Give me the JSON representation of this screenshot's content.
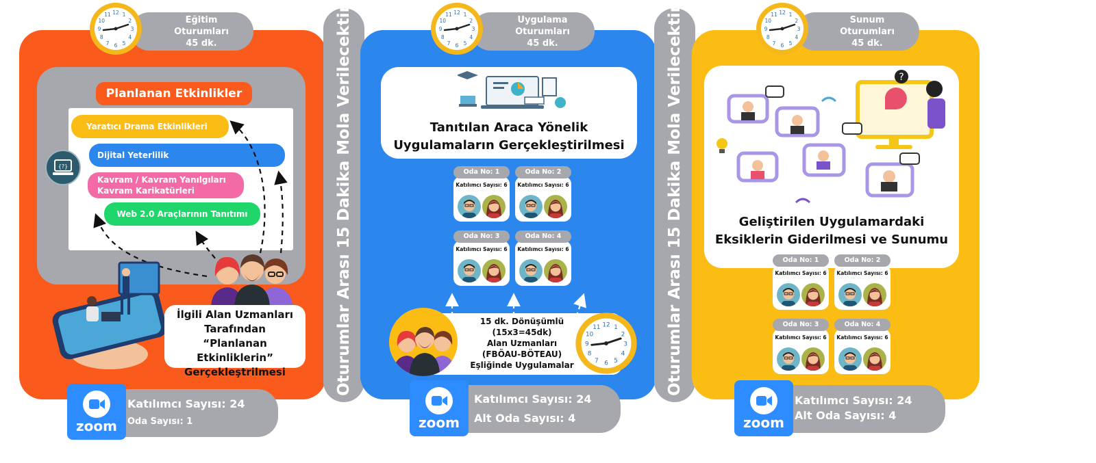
{
  "colors": {
    "orange": "#fa5a1b",
    "blue": "#2b86ee",
    "yellow": "#fbbc14",
    "gray": "#a7a8ad",
    "zoom_blue": "#2d8cff"
  },
  "breaks": {
    "first": "Oturumlar Arası 15 Dakika Mola Verilecektir",
    "second": "Oturumlar Arası 15 Dakika Mola Verilecektir"
  },
  "panel1": {
    "session_title": [
      "Eğitim",
      "Oturumları",
      "45 dk."
    ],
    "planned_header": "Planlanan Etkinlikler",
    "activities": [
      "Yaratıcı Drama Etkinlikleri",
      "Dijital Yeterlilik",
      "Kavram / Kavram Yanılgıları",
      "Kavram Karikatürleri",
      "Web 2.0 Araçlarının Tanıtımı"
    ],
    "caption": [
      "İlgili Alan Uzmanları",
      "Tarafından",
      "“Planlanan Etkinliklerin”",
      "Gerçekleştrilmesi"
    ],
    "zoom": {
      "logo": "zoom",
      "participants": "Katılımcı Sayısı: 24",
      "rooms": "Oda Sayısı: 1"
    }
  },
  "panel2": {
    "session_title": [
      "Uygulama",
      "Oturumları",
      "45 dk."
    ],
    "heading": [
      "Tanıtılan Araca Yönelik",
      "Uygulamaların Gerçekleştirilmesi"
    ],
    "rooms": [
      {
        "label": "Oda No: 1",
        "count": "Katılımcı Sayısı: 6"
      },
      {
        "label": "Oda No: 2",
        "count": "Katılımcı Sayısı: 6"
      },
      {
        "label": "Oda No: 3",
        "count": "Katılımcı Sayısı: 6"
      },
      {
        "label": "Oda No: 4",
        "count": "Katılımcı Sayısı: 6"
      }
    ],
    "rotation": [
      "15 dk.  Dönüşümlü",
      "(15x3=45dk)",
      "Alan Uzmanları",
      "(FBÖAU-BÖTEAU)",
      "Eşliğinde Uygulamalar"
    ],
    "zoom": {
      "logo": "zoom",
      "participants": "Katılımcı Sayısı: 24",
      "rooms": "Alt Oda Sayısı: 4"
    }
  },
  "panel3": {
    "session_title": [
      "Sunum",
      "Oturumları",
      "45 dk."
    ],
    "heading": [
      "Geliştirilen Uygulamardaki",
      "Eksiklerin Giderilmesi ve Sunumu"
    ],
    "rooms": [
      {
        "label": "Oda No: 1",
        "count": "Katılımcı Sayısı: 6"
      },
      {
        "label": "Oda No: 2",
        "count": "Katılımcı Sayısı: 6"
      },
      {
        "label": "Oda No: 3",
        "count": "Katılımcı Sayısı: 6"
      },
      {
        "label": "Oda No: 4",
        "count": "Katılımcı Sayısı: 6"
      }
    ],
    "zoom": {
      "logo": "zoom",
      "participants": "Katılımcı Sayısı: 24",
      "rooms": "Alt Oda Sayısı: 4"
    }
  },
  "clock_numbers": [
    "12",
    "1",
    "2",
    "3",
    "4",
    "5",
    "6",
    "7",
    "8",
    "9",
    "10",
    "11"
  ],
  "icons": {
    "clock": "clock-icon",
    "zoom_camera": "video-camera-icon",
    "people": "people-group-icon",
    "arrow": "dashed-arrow-icon",
    "phone": "phone-classroom-icon",
    "computer": "computer-icon",
    "education": "education-illustration-icon",
    "presentation": "online-presentation-illustration-icon"
  }
}
